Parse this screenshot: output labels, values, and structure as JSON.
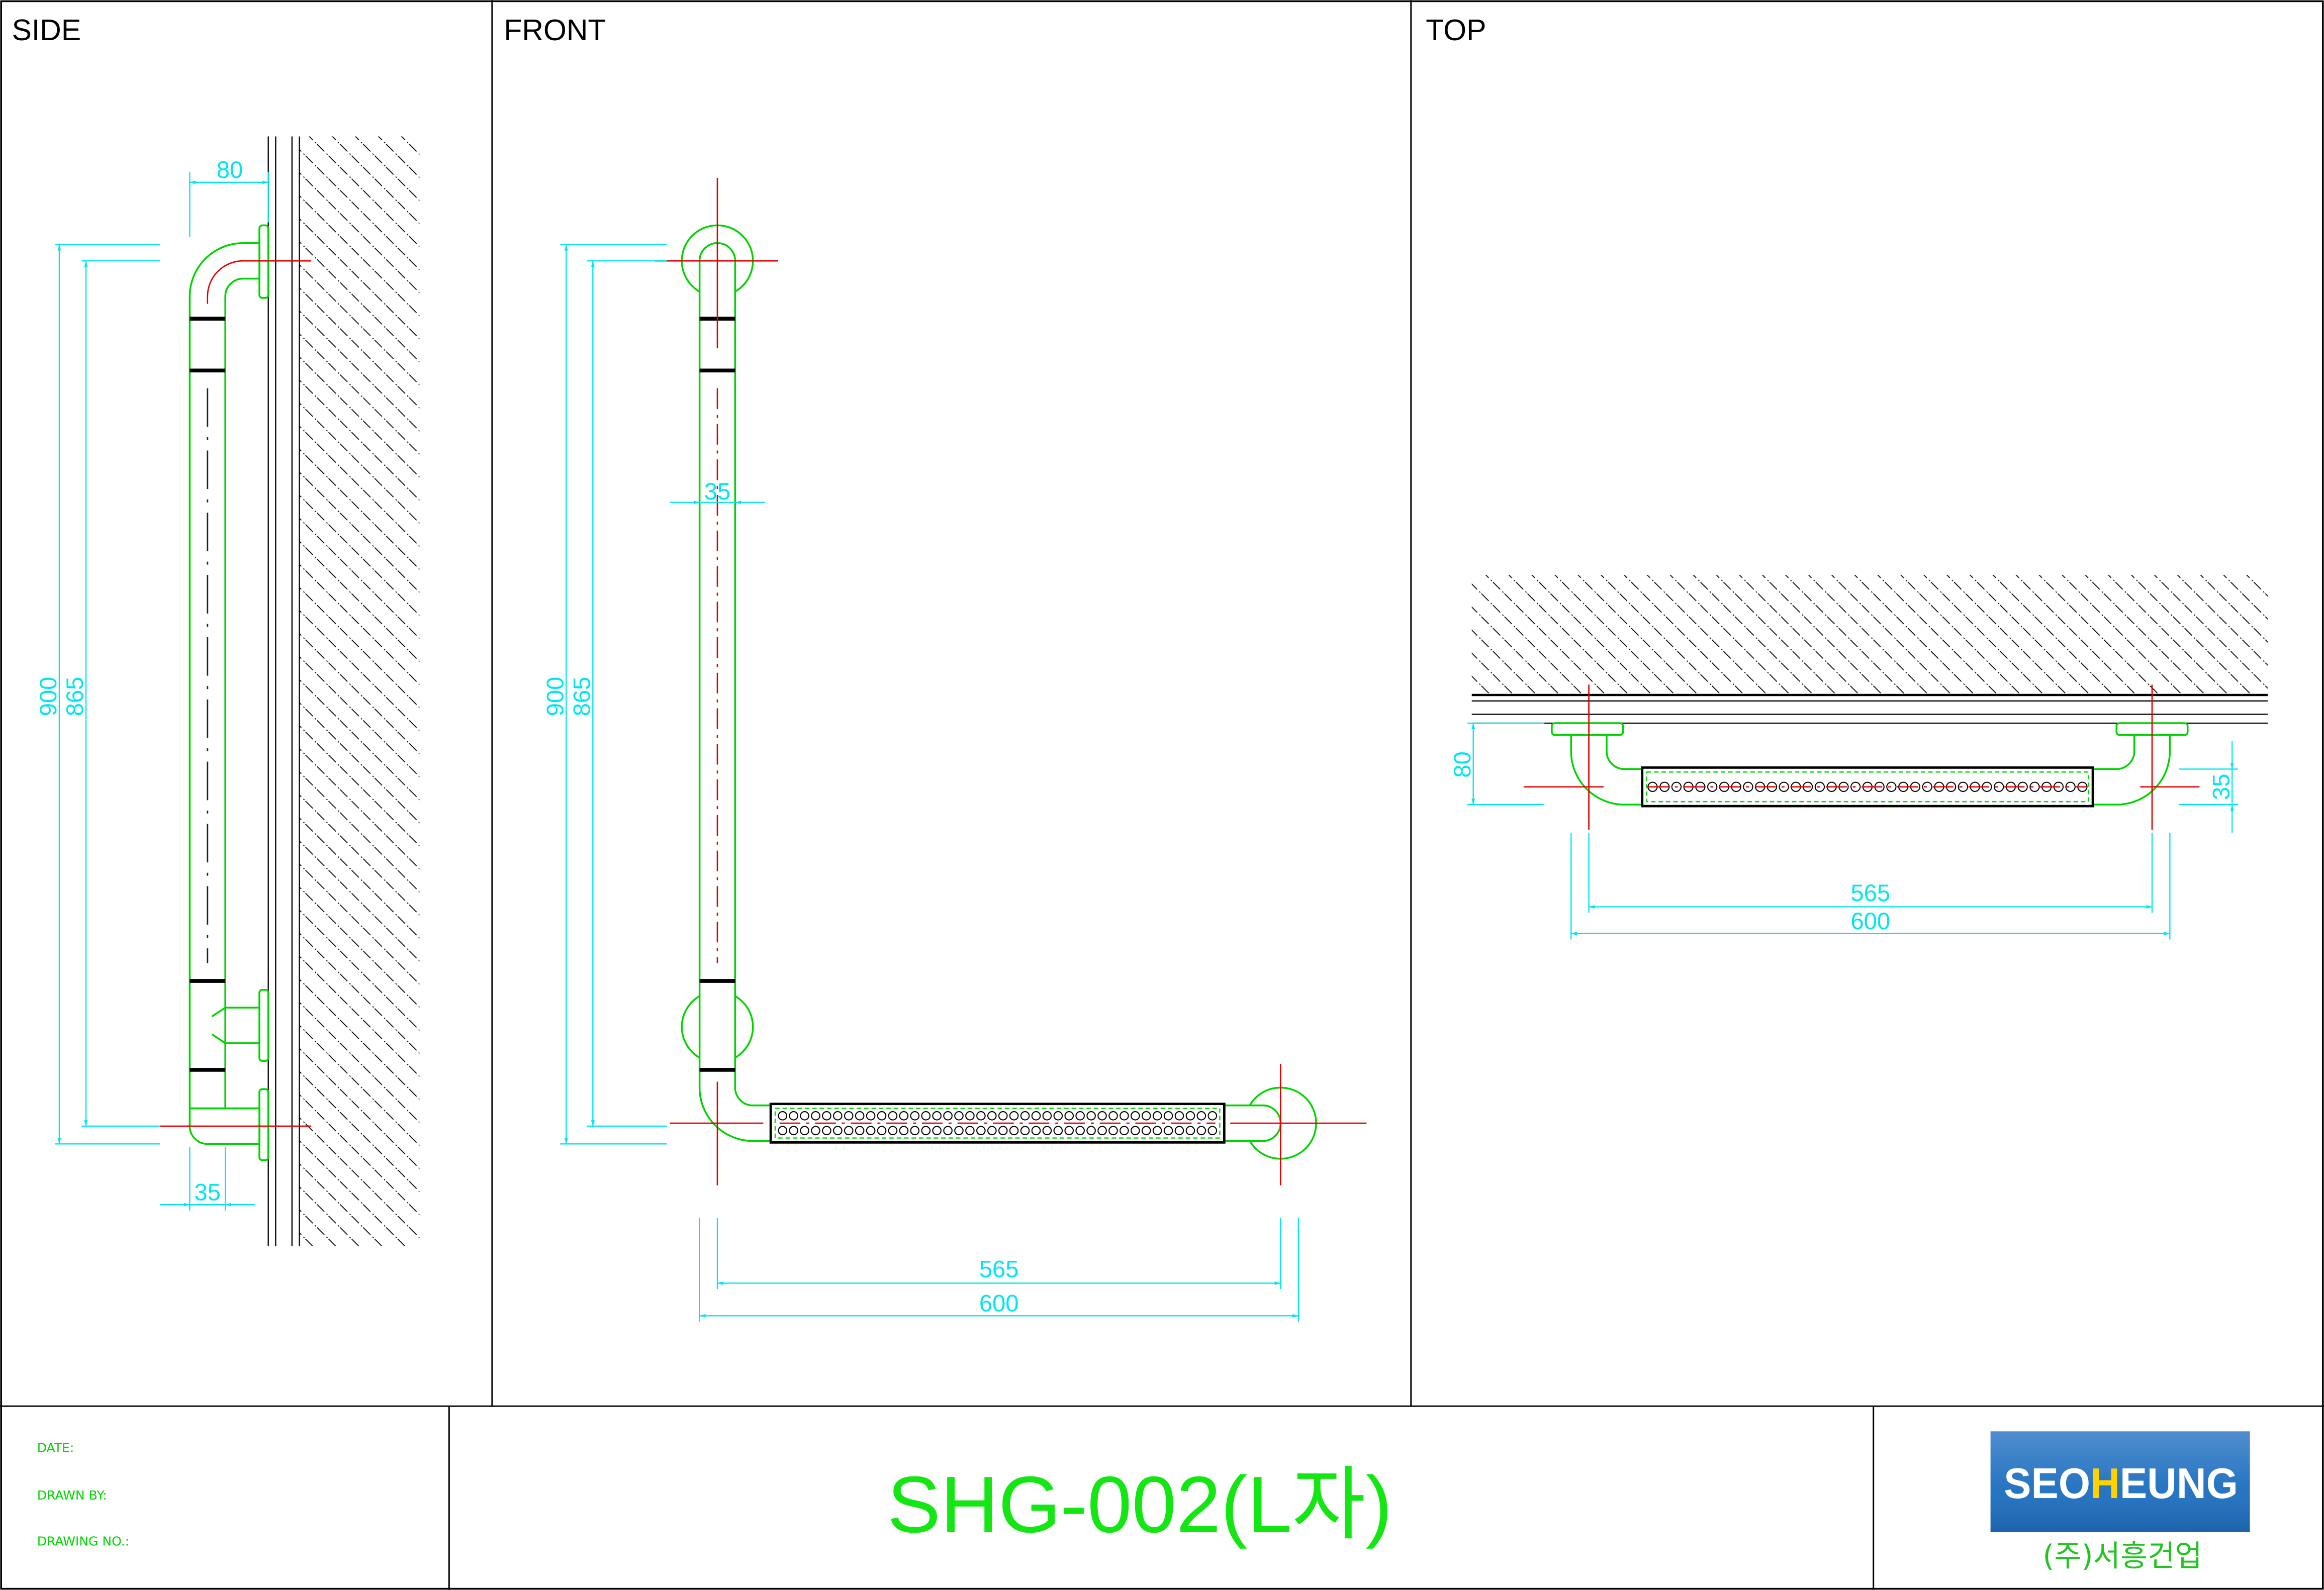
{
  "views": {
    "side": {
      "label": "SIDE",
      "dims": {
        "projection": "80",
        "overall_height": "900",
        "center_height": "865",
        "tube_diameter": "35"
      }
    },
    "front": {
      "label": "FRONT",
      "dims": {
        "tube_diameter": "35",
        "overall_height": "900",
        "center_height": "865",
        "center_length": "565",
        "overall_length": "600"
      }
    },
    "top": {
      "label": "TOP",
      "dims": {
        "projection": "80",
        "tube_diameter": "35",
        "center_length": "565",
        "overall_length": "600"
      }
    }
  },
  "title_block": {
    "date_label": "DATE:",
    "drawn_by_label": "DRAWN BY:",
    "drawing_no_label": "DRAWING NO.:",
    "title": "SHG-002(L자)",
    "logo": {
      "prefix": "SEO",
      "highlight": "H",
      "suffix": "EUNG"
    },
    "company": "(주)서흥건업"
  },
  "colors": {
    "outline": "#00d400",
    "dimension": "#00e6ef",
    "centerline": "#e00000",
    "title": "#14e614",
    "logo_background": "#1f6fc0",
    "logo_text": "#ffffff",
    "logo_highlight": "#ffd200"
  }
}
